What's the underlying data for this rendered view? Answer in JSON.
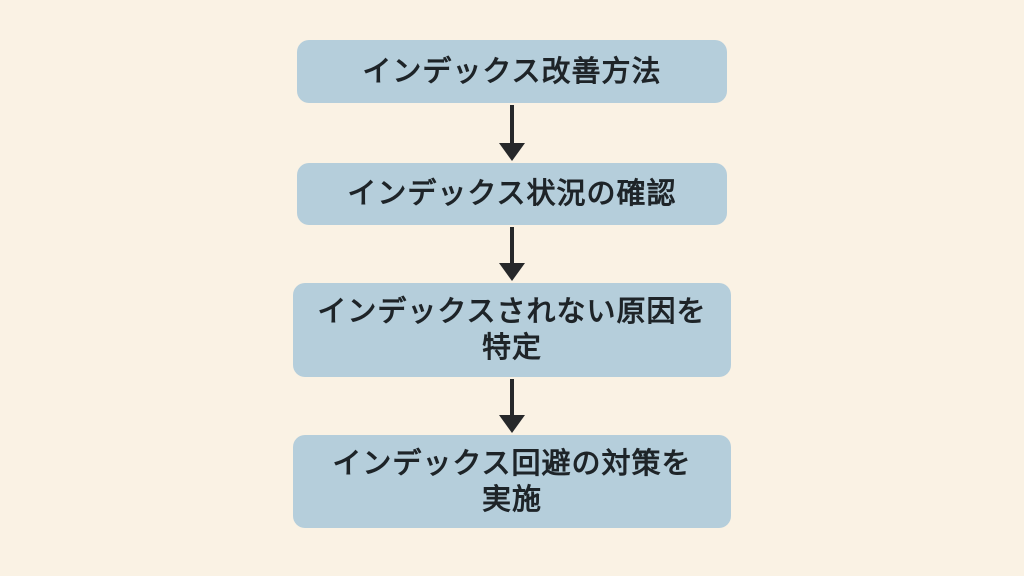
{
  "colors": {
    "background": "#FAF2E4",
    "box_fill": "#B5CEDB",
    "text": "#1E2428",
    "arrow": "#26282A"
  },
  "flowchart": {
    "type": "vertical-flow",
    "nodes": [
      {
        "id": "step-1",
        "label": "インデックス改善方法"
      },
      {
        "id": "step-2",
        "label": "インデックス状況の確認"
      },
      {
        "id": "step-3",
        "label": "インデックスされない原因を\n特定"
      },
      {
        "id": "step-4",
        "label": "インデックス回避の対策を\n実施"
      }
    ],
    "edges": [
      {
        "from": "step-1",
        "to": "step-2",
        "direction": "down"
      },
      {
        "from": "step-2",
        "to": "step-3",
        "direction": "down"
      },
      {
        "from": "step-3",
        "to": "step-4",
        "direction": "down"
      }
    ]
  }
}
